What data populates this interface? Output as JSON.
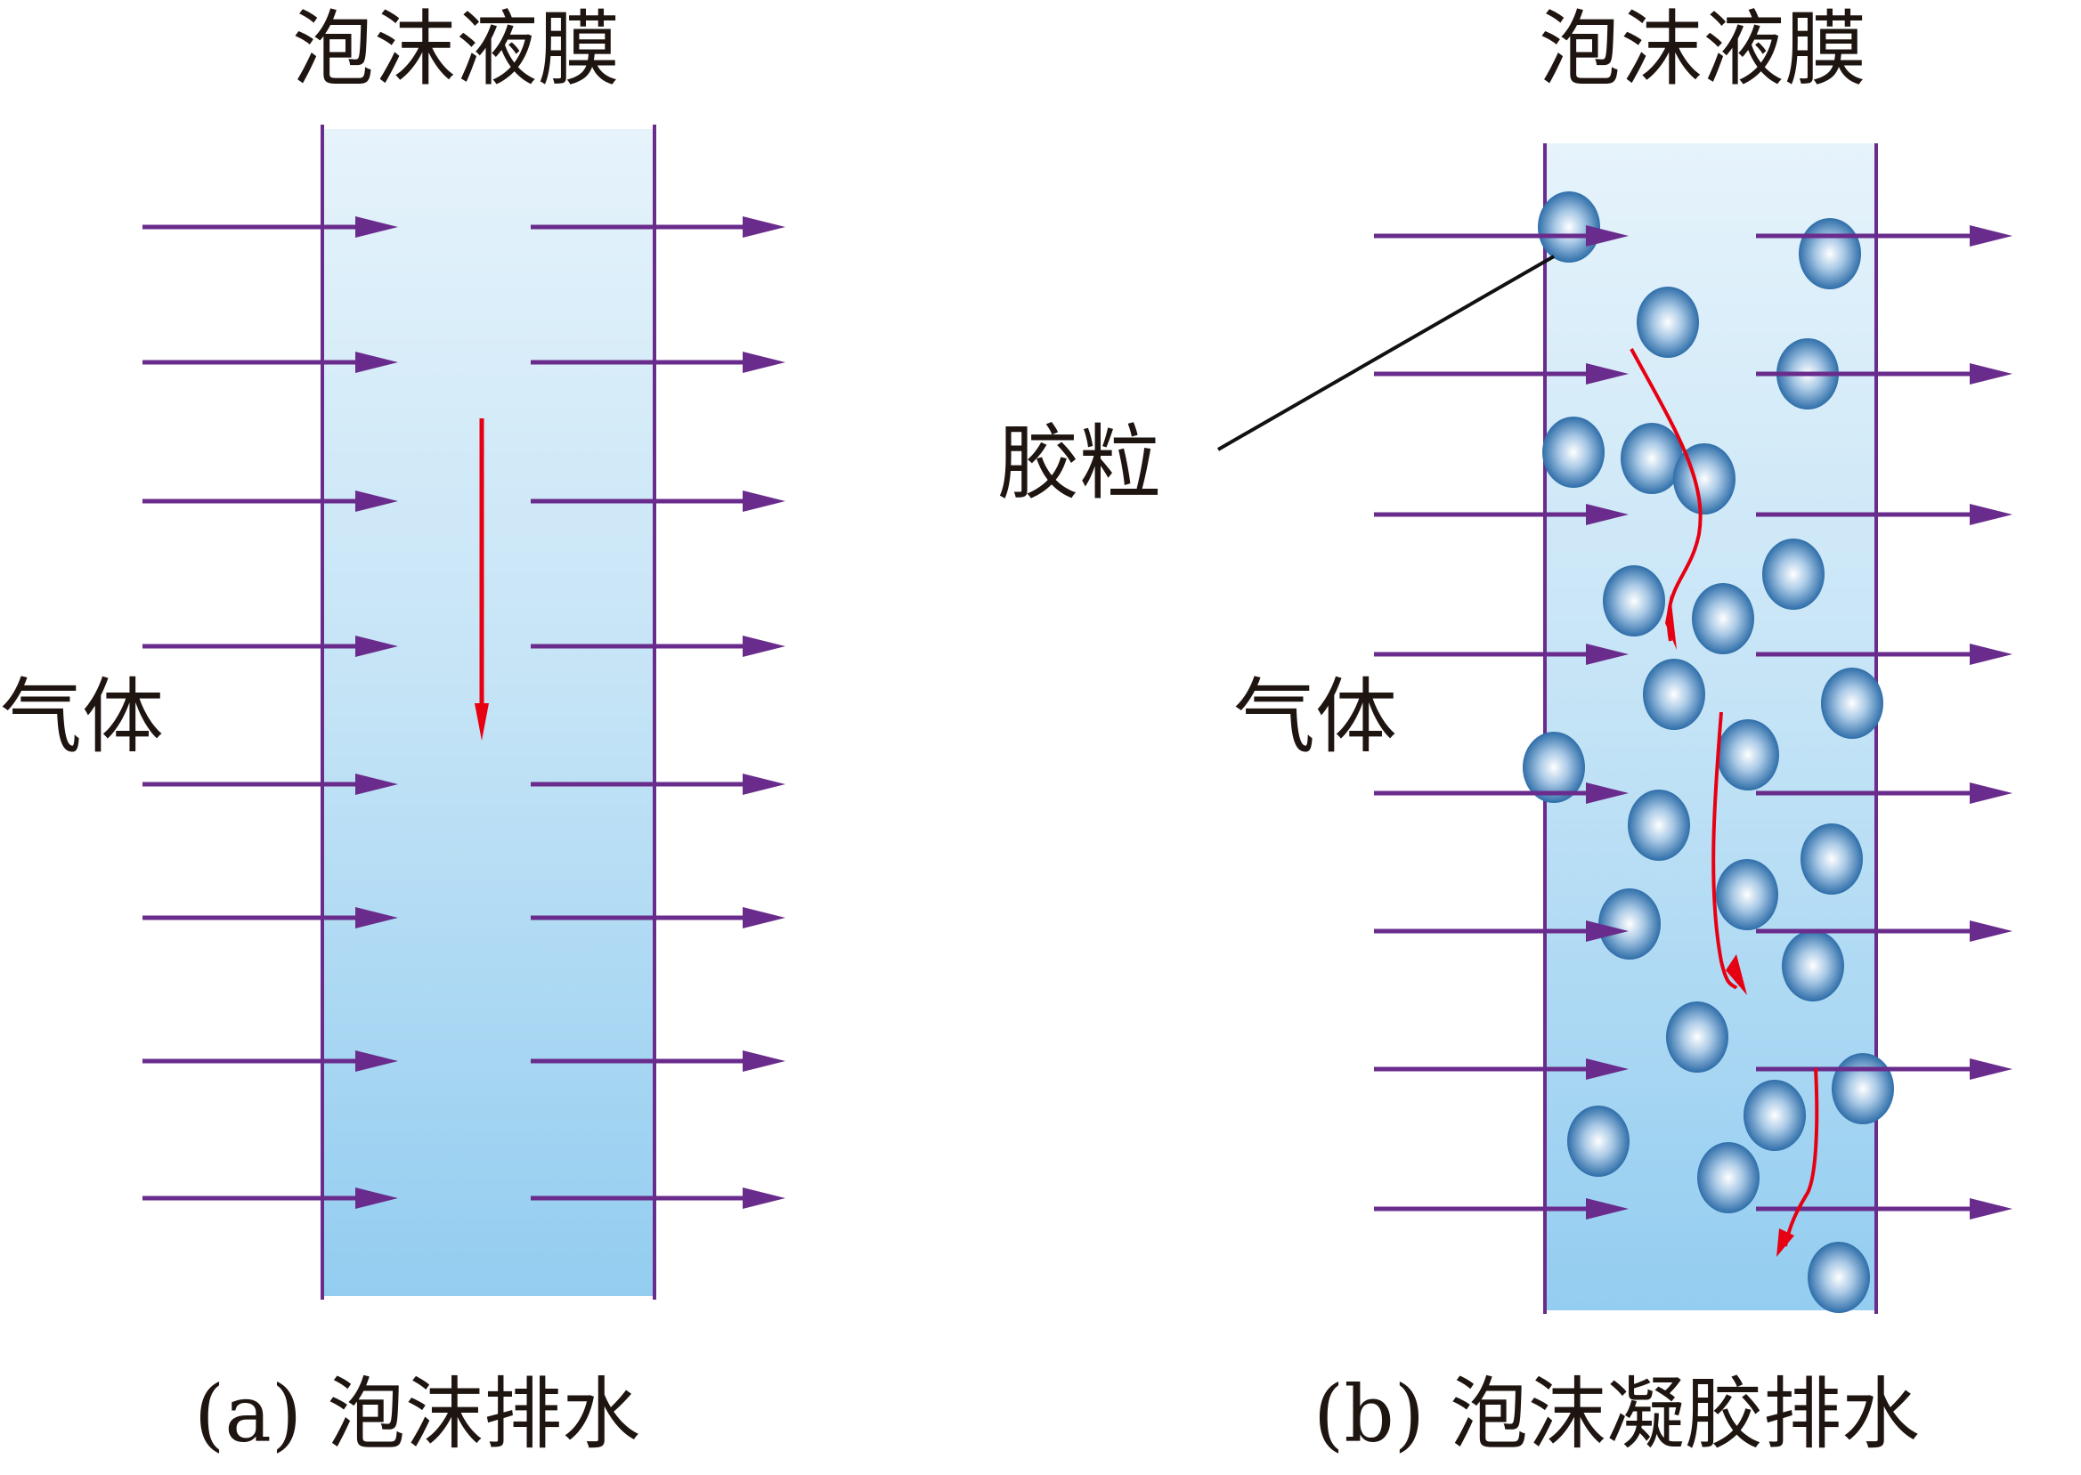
{
  "panels": [
    {
      "id": "a",
      "title": "泡沫液膜",
      "gas_label": "气体",
      "caption": "(a)  泡沫排水",
      "has_colloid_particles": false,
      "gas_arrow_rows": 8,
      "drainage_path": "straight"
    },
    {
      "id": "b",
      "title": "泡沫液膜",
      "gas_label": "气体",
      "particle_label": "胶粒",
      "caption": "(b)  泡沫凝胶排水",
      "has_colloid_particles": true,
      "gas_arrow_rows": 8,
      "drainage_path": "tortuous"
    }
  ],
  "colors": {
    "film_top": "#e6f3fb",
    "film_bottom": "#93cdf0",
    "wall_line": "#6a2c8c",
    "gas_arrow": "#6a2c8c",
    "drain_arrow": "#e60012",
    "particle_edge": "#2e6fae",
    "particle_center": "#ffffff",
    "text": "#1e1410"
  }
}
